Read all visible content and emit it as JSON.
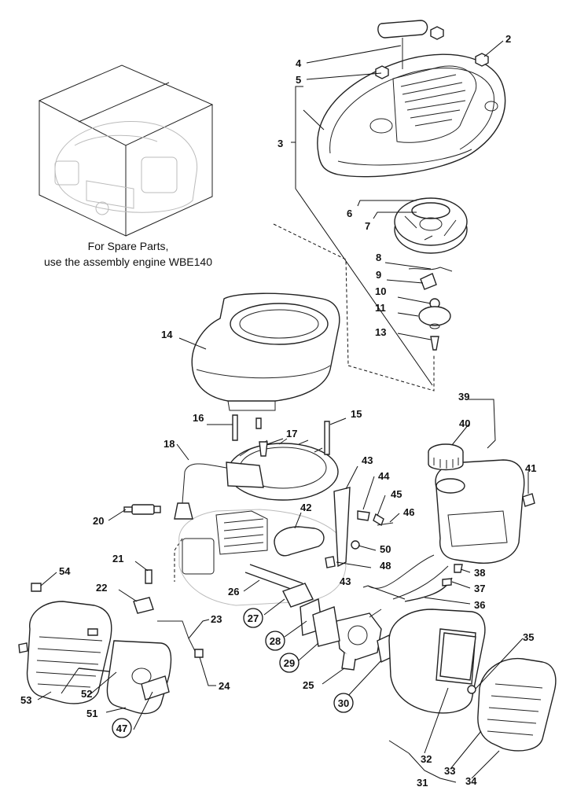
{
  "note": {
    "line1": "For Spare Parts,",
    "line2": "use the assembly engine WBE140"
  },
  "callouts": [
    {
      "id": "2",
      "label": "2",
      "circled": false
    },
    {
      "id": "3",
      "label": "3",
      "circled": false
    },
    {
      "id": "4",
      "label": "4",
      "circled": false
    },
    {
      "id": "5",
      "label": "5",
      "circled": false
    },
    {
      "id": "6",
      "label": "6",
      "circled": false
    },
    {
      "id": "7",
      "label": "7",
      "circled": false
    },
    {
      "id": "8",
      "label": "8",
      "circled": false
    },
    {
      "id": "9",
      "label": "9",
      "circled": false
    },
    {
      "id": "10",
      "label": "10",
      "circled": false
    },
    {
      "id": "11",
      "label": "11",
      "circled": false
    },
    {
      "id": "13",
      "label": "13",
      "circled": false
    },
    {
      "id": "14",
      "label": "14",
      "circled": false
    },
    {
      "id": "15",
      "label": "15",
      "circled": false
    },
    {
      "id": "16",
      "label": "16",
      "circled": false
    },
    {
      "id": "17",
      "label": "17",
      "circled": false
    },
    {
      "id": "18",
      "label": "18",
      "circled": false
    },
    {
      "id": "20",
      "label": "20",
      "circled": false
    },
    {
      "id": "21",
      "label": "21",
      "circled": false
    },
    {
      "id": "22",
      "label": "22",
      "circled": false
    },
    {
      "id": "23",
      "label": "23",
      "circled": false
    },
    {
      "id": "24",
      "label": "24",
      "circled": false
    },
    {
      "id": "25",
      "label": "25",
      "circled": false
    },
    {
      "id": "26",
      "label": "26",
      "circled": false
    },
    {
      "id": "27",
      "label": "27",
      "circled": true
    },
    {
      "id": "28",
      "label": "28",
      "circled": true
    },
    {
      "id": "29",
      "label": "29",
      "circled": true
    },
    {
      "id": "30",
      "label": "30",
      "circled": true
    },
    {
      "id": "31",
      "label": "31",
      "circled": false
    },
    {
      "id": "32",
      "label": "32",
      "circled": false
    },
    {
      "id": "33",
      "label": "33",
      "circled": false
    },
    {
      "id": "34",
      "label": "34",
      "circled": false
    },
    {
      "id": "35",
      "label": "35",
      "circled": false
    },
    {
      "id": "36",
      "label": "36",
      "circled": false
    },
    {
      "id": "37",
      "label": "37",
      "circled": false
    },
    {
      "id": "38",
      "label": "38",
      "circled": false
    },
    {
      "id": "39",
      "label": "39",
      "circled": false
    },
    {
      "id": "40",
      "label": "40",
      "circled": false
    },
    {
      "id": "41",
      "label": "41",
      "circled": false
    },
    {
      "id": "42",
      "label": "42",
      "circled": false
    },
    {
      "id": "43a",
      "label": "43",
      "circled": false
    },
    {
      "id": "43b",
      "label": "43",
      "circled": false
    },
    {
      "id": "44",
      "label": "44",
      "circled": false
    },
    {
      "id": "45",
      "label": "45",
      "circled": false
    },
    {
      "id": "46",
      "label": "46",
      "circled": false
    },
    {
      "id": "47",
      "label": "47",
      "circled": false
    },
    {
      "id": "48",
      "label": "48",
      "circled": false
    },
    {
      "id": "50",
      "label": "50",
      "circled": true
    },
    {
      "id": "51",
      "label": "51",
      "circled": false
    },
    {
      "id": "52",
      "label": "52",
      "circled": false
    },
    {
      "id": "53",
      "label": "53",
      "circled": false
    },
    {
      "id": "54",
      "label": "54",
      "circled": false
    }
  ]
}
